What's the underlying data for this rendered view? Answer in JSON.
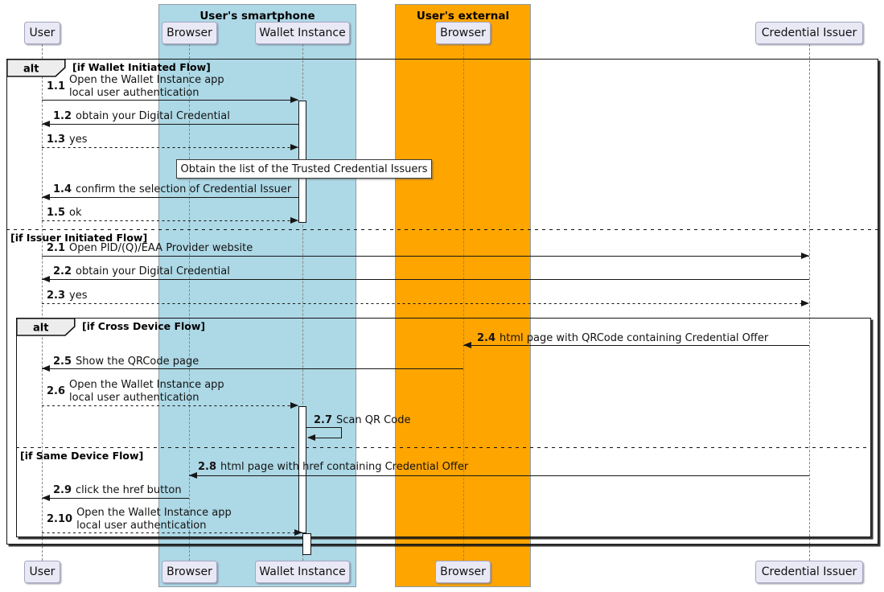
{
  "lanes": [
    {
      "title": "User's smartphone",
      "color": "#ADD8E6"
    },
    {
      "title": "User's external device",
      "color": "#FFA500"
    }
  ],
  "participants": [
    {
      "label": "User"
    },
    {
      "label": "Browser"
    },
    {
      "label": "Wallet Instance"
    },
    {
      "label": "Browser"
    },
    {
      "label": "Credential Issuer"
    }
  ],
  "frames": {
    "outer": {
      "keyword": "alt",
      "guard1": "[if Wallet Initiated Flow]",
      "guard2": "[if Issuer Initiated Flow]"
    },
    "inner": {
      "keyword": "alt",
      "guard1": "[if Cross Device Flow]",
      "guard2": "[if Same Device Flow]"
    }
  },
  "note": {
    "text": "Obtain the list of the Trusted Credential Issuers"
  },
  "messages": [
    {
      "num": "1.1",
      "line1": "Open the Wallet Instance app",
      "line2": "local user authentication"
    },
    {
      "num": "1.2",
      "text": "obtain your Digital Credential"
    },
    {
      "num": "1.3",
      "text": "yes"
    },
    {
      "num": "1.4",
      "text": "confirm the selection of Credential Issuer"
    },
    {
      "num": "1.5",
      "text": "ok"
    },
    {
      "num": "2.1",
      "text": "Open PID/(Q)/EAA Provider website"
    },
    {
      "num": "2.2",
      "text": "obtain your Digital Credential"
    },
    {
      "num": "2.3",
      "text": "yes"
    },
    {
      "num": "2.4",
      "text": "html page with QRCode containing Credential Offer"
    },
    {
      "num": "2.5",
      "text": "Show the QRCode page"
    },
    {
      "num": "2.6",
      "line1": "Open the Wallet Instance app",
      "line2": "local user authentication"
    },
    {
      "num": "2.7",
      "text": "Scan QR Code"
    },
    {
      "num": "2.8",
      "text": "html page with href containing Credential Offer"
    },
    {
      "num": "2.9",
      "text": "click the href button"
    },
    {
      "num": "2.10",
      "line1": "Open the Wallet Instance app",
      "line2": "local user authentication"
    }
  ],
  "colors": {
    "smartphone_lane": "#ADD8E6",
    "external_device_lane": "#FFA500",
    "participant_fill": "#E9E9F6",
    "note_fill": "#FFFFFF",
    "arrow": "#161616"
  }
}
